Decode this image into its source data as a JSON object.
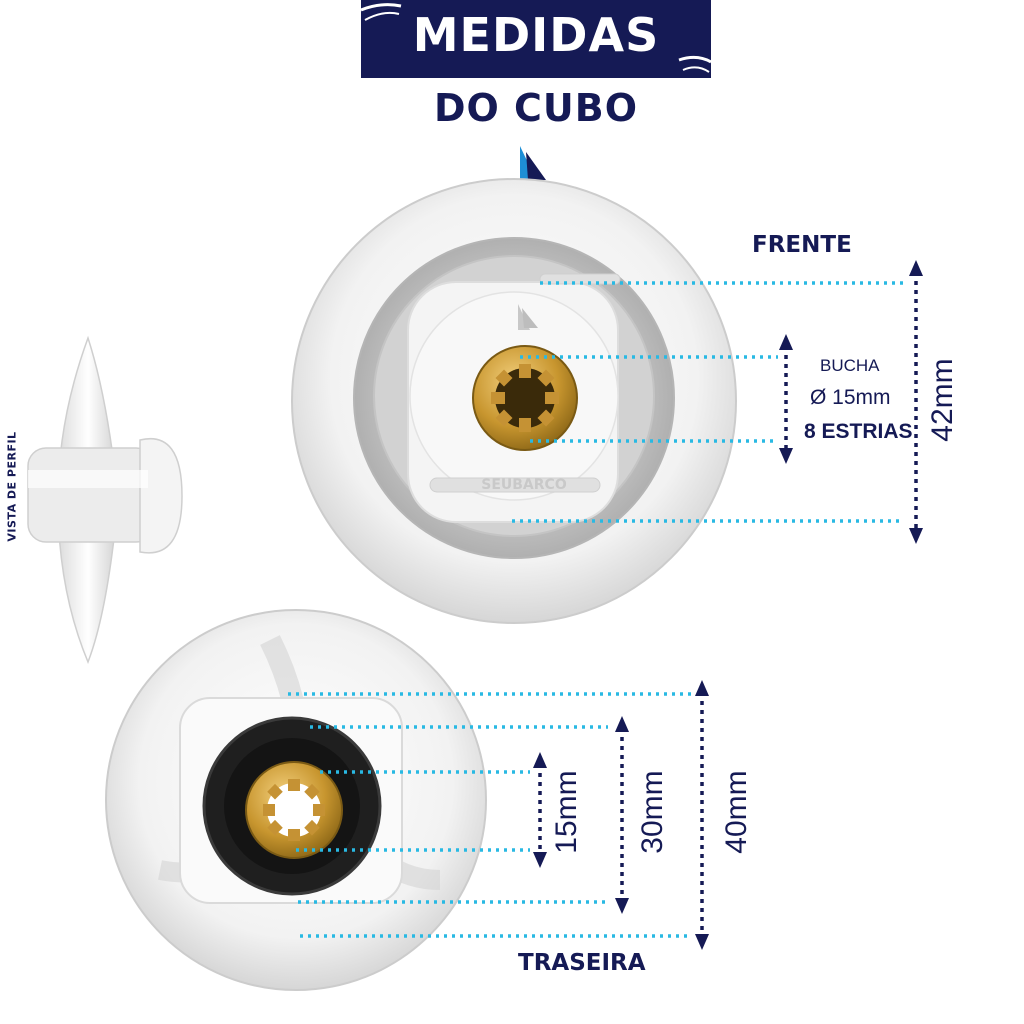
{
  "header": {
    "title": "MEDIDAS",
    "subtitle": "DO CUBO"
  },
  "front_view": {
    "label": "FRENTE",
    "bushing_label": "BUCHA",
    "bushing_diameter": "Ø 15mm",
    "bushing_splines": "8 ESTRIAS",
    "outer_measure": "42mm",
    "brand_mark": "SEUBARCO"
  },
  "rear_view": {
    "label": "TRASEIRA",
    "measure_inner": "15mm",
    "measure_middle": "30mm",
    "measure_outer": "40mm"
  },
  "side_view": {
    "label": "VISTA DE PERFIL"
  },
  "colors": {
    "navy": "#151a55",
    "dotted_line": "#29b9e3",
    "logo_blue": "#1e8fd6"
  }
}
